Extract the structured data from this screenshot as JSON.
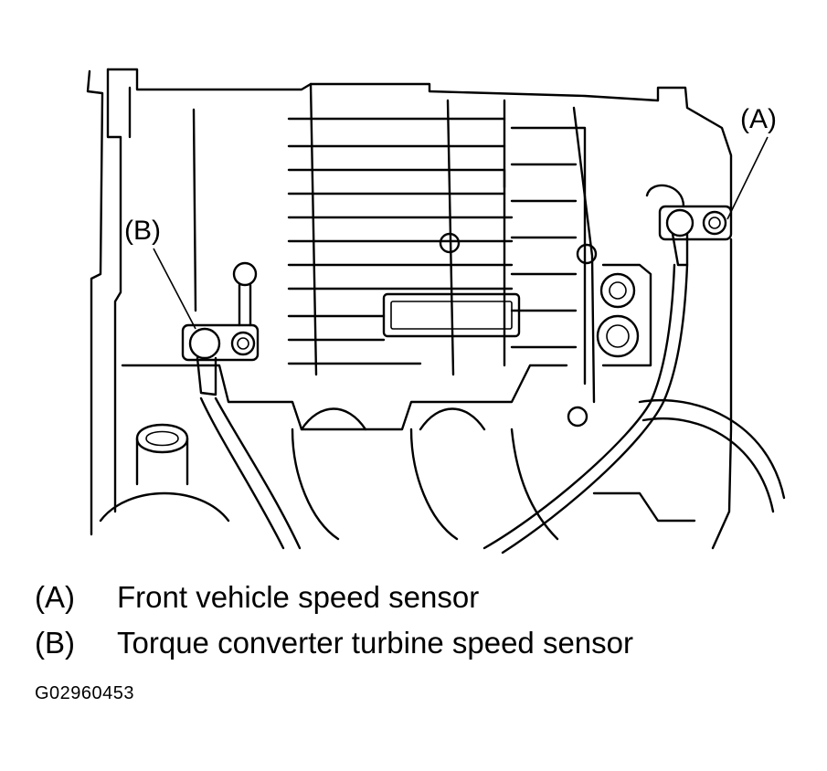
{
  "callouts": {
    "a": "(A)",
    "b": "(B)"
  },
  "legend": [
    {
      "key": "(A)",
      "text": "Front vehicle speed sensor"
    },
    {
      "key": "(B)",
      "text": "Torque converter turbine speed sensor"
    }
  ],
  "figure_id": "G02960453"
}
